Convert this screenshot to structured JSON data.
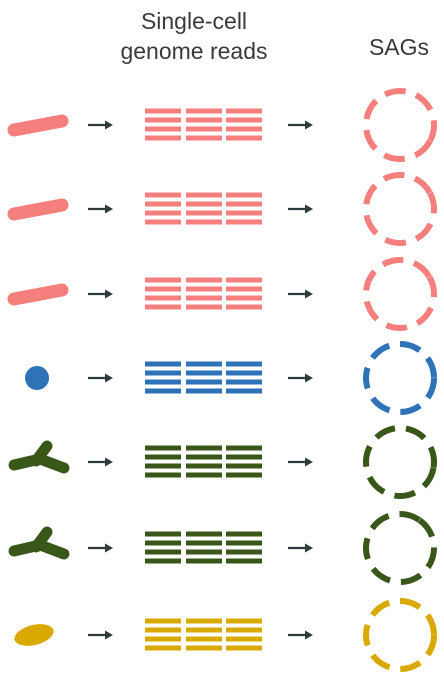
{
  "headers": {
    "reads_line1": "Single-cell",
    "reads_line2": "genome reads",
    "sags": "SAGs"
  },
  "colors": {
    "salmon": "#f47f7c",
    "blue": "#2e72b8",
    "green": "#385719",
    "yellow": "#d9a900",
    "arrow": "#2f3b3a"
  },
  "rows": [
    {
      "organism": "rod-shaped-cell",
      "color": "salmon"
    },
    {
      "organism": "rod-shaped-cell",
      "color": "salmon"
    },
    {
      "organism": "rod-shaped-cell",
      "color": "salmon"
    },
    {
      "organism": "round-cell",
      "color": "blue"
    },
    {
      "organism": "branched-cell",
      "color": "green"
    },
    {
      "organism": "branched-cell",
      "color": "green"
    },
    {
      "organism": "oval-cell",
      "color": "yellow"
    }
  ]
}
